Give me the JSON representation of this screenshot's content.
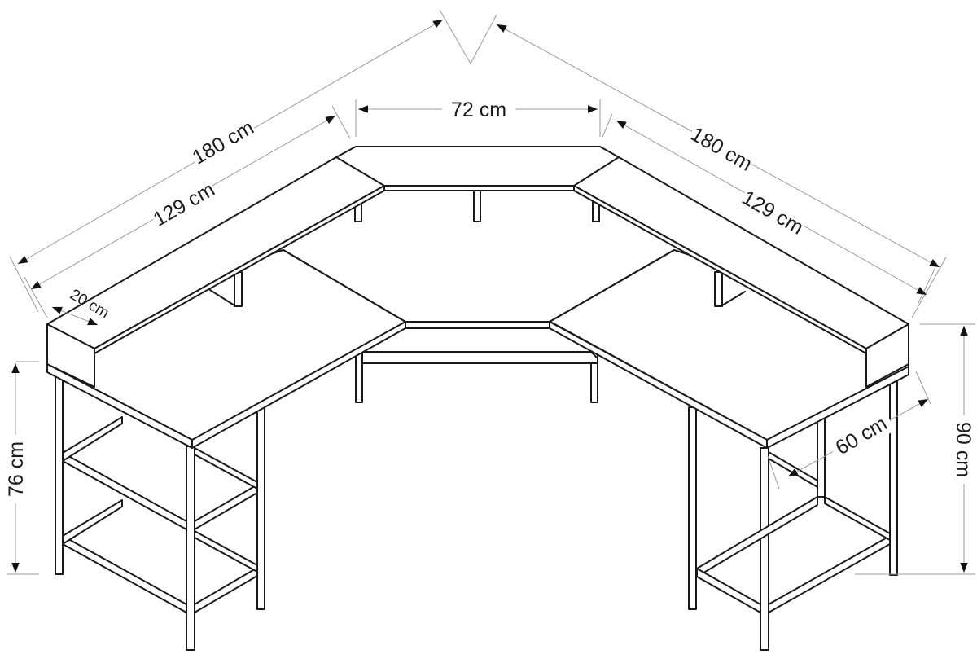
{
  "diagram": {
    "subject": "L-shaped corner desk with raised monitor shelf and side shelving",
    "colors": {
      "line": "#1a1a1a",
      "dimension_line": "#9a9a9a",
      "background": "#ffffff"
    },
    "dimensions": {
      "left_total_length": "180 cm",
      "left_shelf_length": "129 cm",
      "center_width": "72 cm",
      "right_total_length": "180 cm",
      "right_shelf_length": "129 cm",
      "shelf_depth": "20 cm",
      "desk_depth": "60 cm",
      "desk_height": "76 cm",
      "total_height": "90 cm"
    }
  }
}
